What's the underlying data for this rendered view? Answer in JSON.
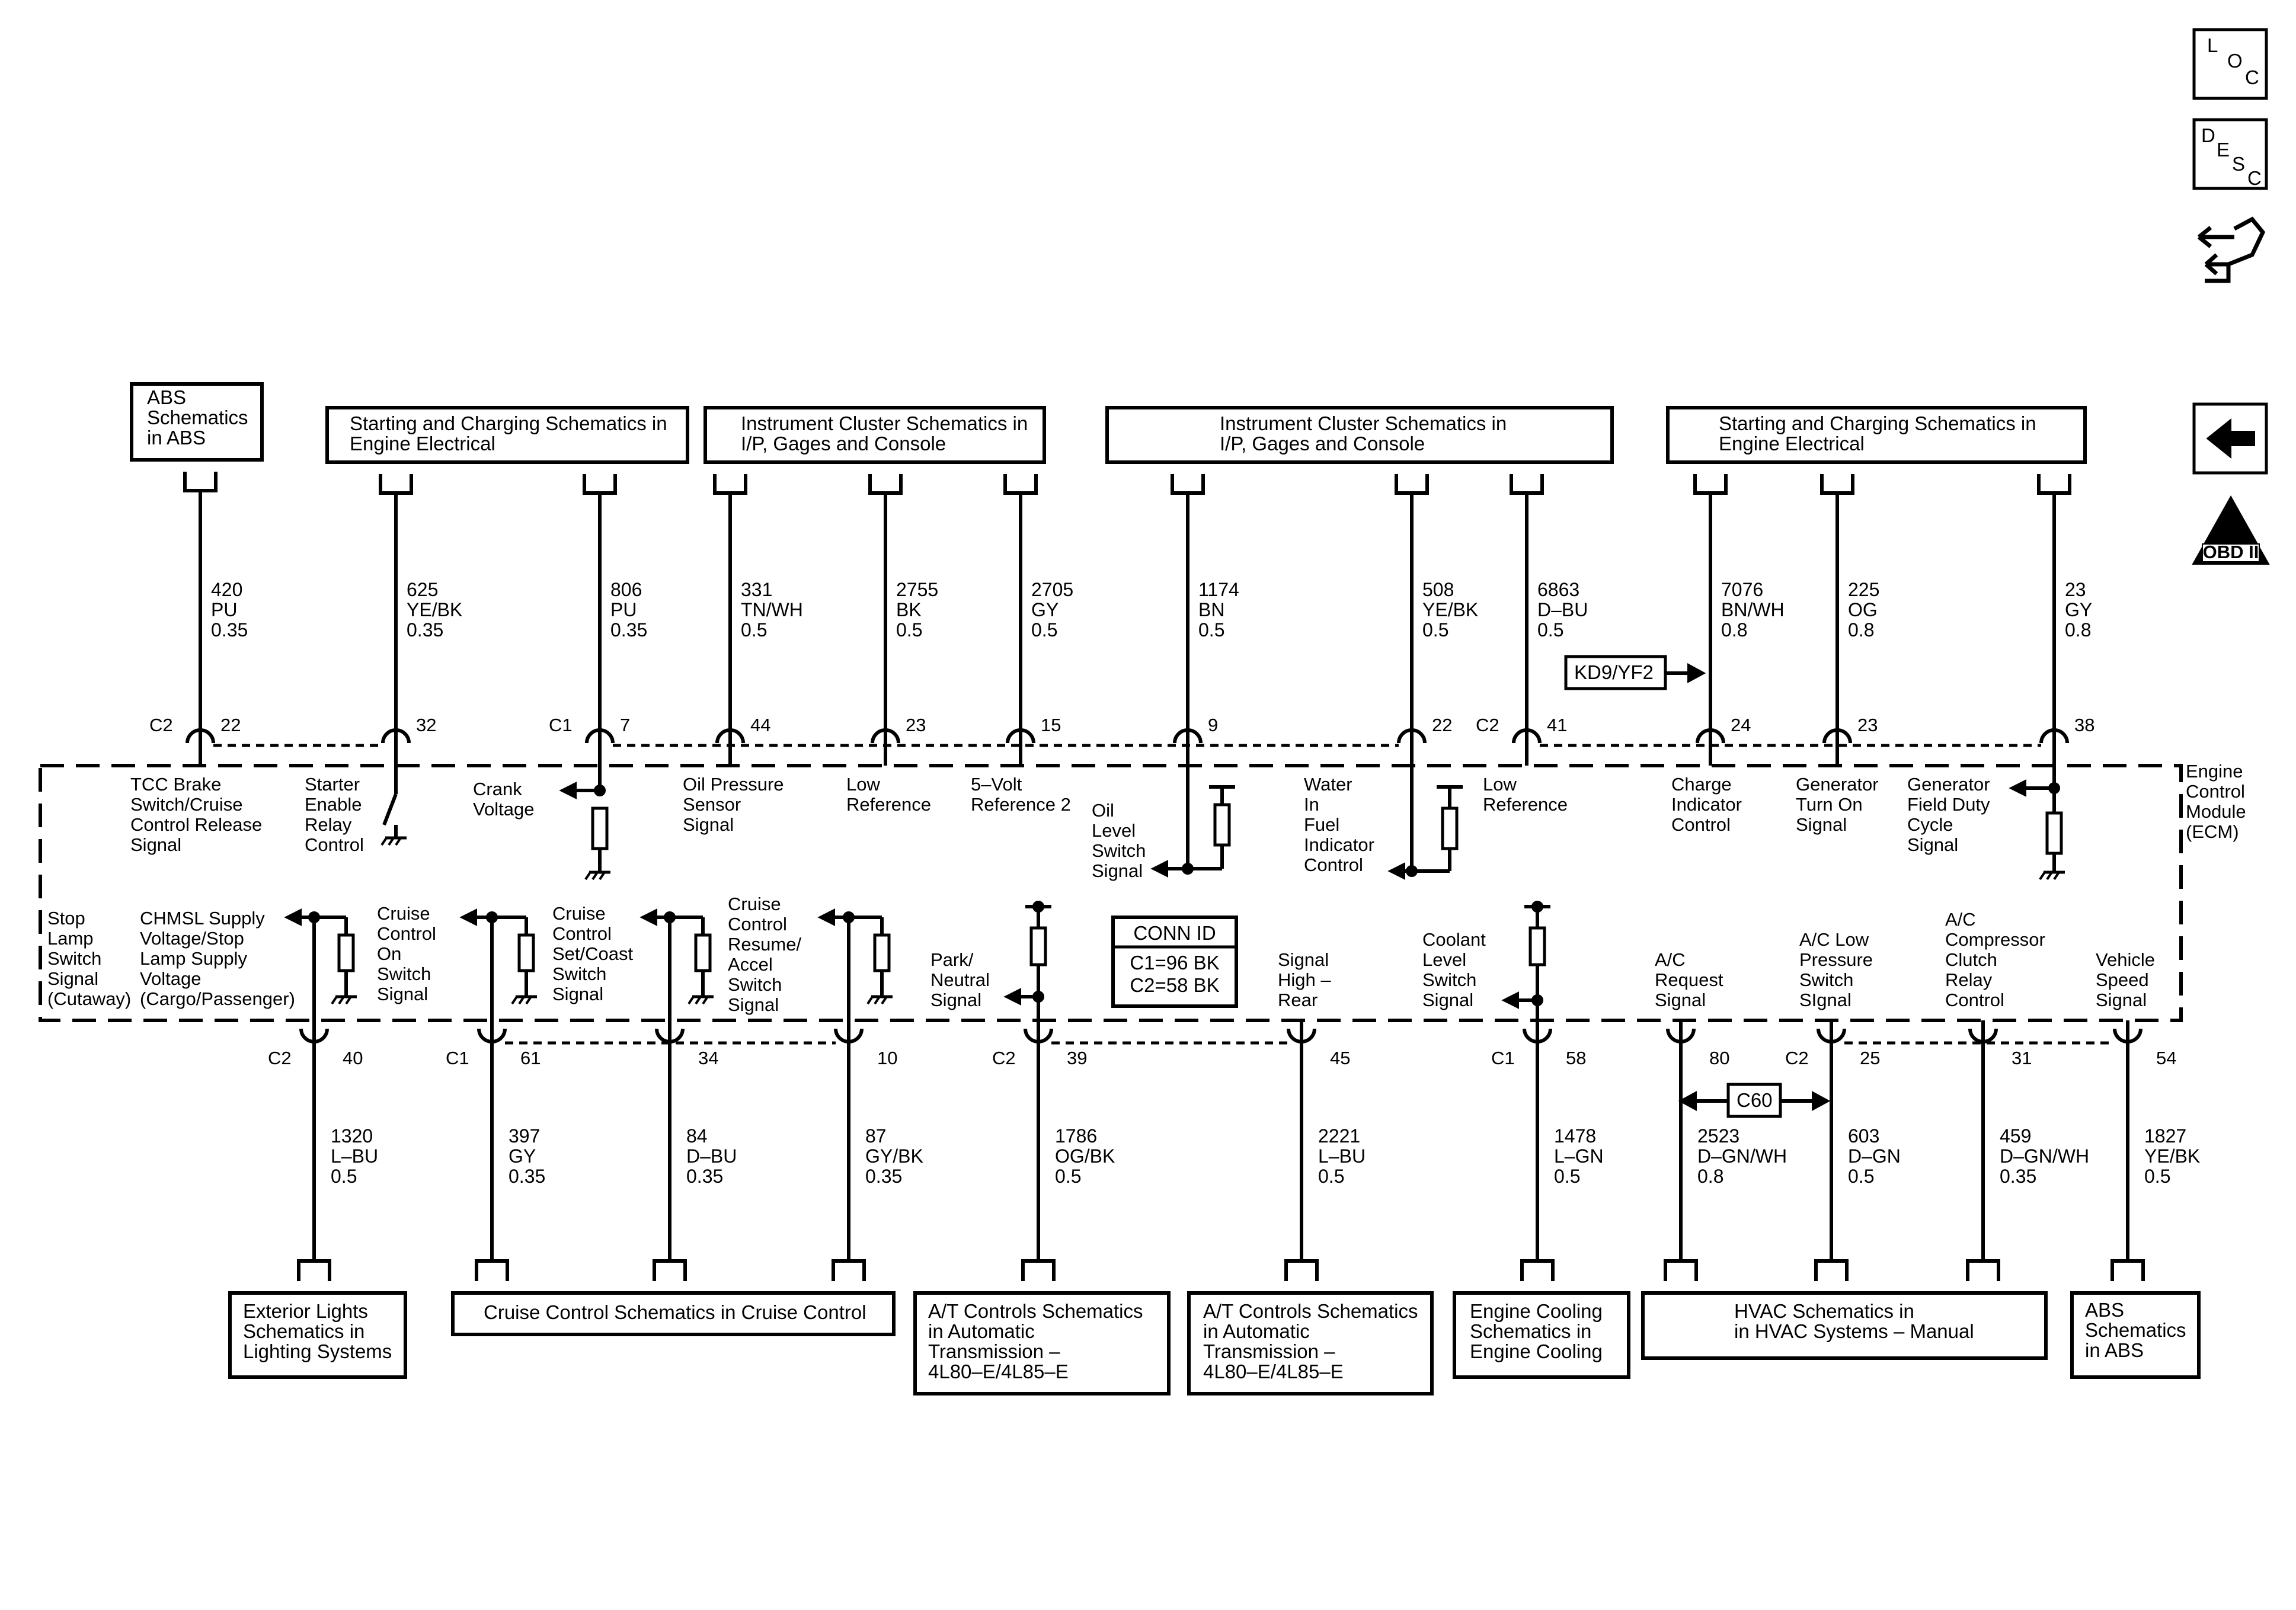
{
  "nav": {
    "loc": [
      "L",
      "O",
      "C"
    ],
    "desc": [
      "D",
      "E",
      "S",
      "C"
    ],
    "obd": "OBD II",
    "obd_numeral": "II"
  },
  "ecm_label": [
    "Engine",
    "Control",
    "Module",
    "(ECM)"
  ],
  "conn_id": {
    "title": "CONN ID",
    "lines": [
      "C1=96 BK",
      "C2=58 BK"
    ]
  },
  "top_boxes": [
    {
      "id": "abs-top",
      "lines": [
        "ABS",
        "Schematics",
        "in ABS"
      ]
    },
    {
      "id": "starting-charging-1",
      "lines": [
        "Starting and Charging Schematics in",
        "Engine Electrical"
      ]
    },
    {
      "id": "instrument-cluster-1",
      "lines": [
        "Instrument Cluster Schematics in",
        "I/P, Gages and Console"
      ]
    },
    {
      "id": "instrument-cluster-2",
      "lines": [
        "Instrument Cluster Schematics in",
        "I/P, Gages and Console"
      ]
    },
    {
      "id": "starting-charging-2",
      "lines": [
        "Starting and Charging Schematics in",
        "Engine Electrical"
      ]
    }
  ],
  "bottom_boxes": [
    {
      "id": "exterior-lights",
      "lines": [
        "Exterior Lights",
        "Schematics in",
        "Lighting Systems"
      ]
    },
    {
      "id": "cruise-control",
      "lines": [
        "Cruise Control Schematics in Cruise Control"
      ]
    },
    {
      "id": "at-controls-1",
      "lines": [
        "A/T Controls Schematics",
        "in Automatic",
        "Transmission –",
        "4L80–E/4L85–E"
      ]
    },
    {
      "id": "at-controls-2",
      "lines": [
        "A/T Controls Schematics",
        "in Automatic",
        "Transmission –",
        "4L80–E/4L85–E"
      ]
    },
    {
      "id": "engine-cooling",
      "lines": [
        "Engine Cooling",
        "Schematics in",
        "Engine Cooling"
      ]
    },
    {
      "id": "hvac",
      "lines": [
        "HVAC Schematics in",
        "in HVAC Systems – Manual"
      ]
    },
    {
      "id": "abs-bottom",
      "lines": [
        "ABS",
        "Schematics",
        "in ABS"
      ]
    }
  ],
  "top_wires": [
    {
      "circuit": "420",
      "color": "PU",
      "gauge": "0.35",
      "conn": "C2",
      "pin": "22"
    },
    {
      "circuit": "625",
      "color": "YE/BK",
      "gauge": "0.35",
      "conn": "",
      "pin": "32"
    },
    {
      "circuit": "806",
      "color": "PU",
      "gauge": "0.35",
      "conn": "C1",
      "pin": "7"
    },
    {
      "circuit": "331",
      "color": "TN/WH",
      "gauge": "0.5",
      "conn": "",
      "pin": "44"
    },
    {
      "circuit": "2755",
      "color": "BK",
      "gauge": "0.5",
      "conn": "",
      "pin": "23"
    },
    {
      "circuit": "2705",
      "color": "GY",
      "gauge": "0.5",
      "conn": "",
      "pin": "15"
    },
    {
      "circuit": "1174",
      "color": "BN",
      "gauge": "0.5",
      "conn": "",
      "pin": "9"
    },
    {
      "circuit": "508",
      "color": "YE/BK",
      "gauge": "0.5",
      "conn": "",
      "pin": "22"
    },
    {
      "circuit": "6863",
      "color": "D–BU",
      "gauge": "0.5",
      "conn": "C2",
      "pin": "41"
    },
    {
      "circuit": "7076",
      "color": "BN/WH",
      "gauge": "0.8",
      "conn": "",
      "pin": "24"
    },
    {
      "circuit": "225",
      "color": "OG",
      "gauge": "0.8",
      "conn": "",
      "pin": "23"
    },
    {
      "circuit": "23",
      "color": "GY",
      "gauge": "0.8",
      "conn": "",
      "pin": "38"
    }
  ],
  "bottom_wires": [
    {
      "circuit": "1320",
      "color": "L–BU",
      "gauge": "0.5",
      "conn": "C2",
      "pin": "40"
    },
    {
      "circuit": "397",
      "color": "GY",
      "gauge": "0.35",
      "conn": "C1",
      "pin": "61"
    },
    {
      "circuit": "84",
      "color": "D–BU",
      "gauge": "0.35",
      "conn": "",
      "pin": "34"
    },
    {
      "circuit": "87",
      "color": "GY/BK",
      "gauge": "0.35",
      "conn": "",
      "pin": "10"
    },
    {
      "circuit": "1786",
      "color": "OG/BK",
      "gauge": "0.5",
      "conn": "C2",
      "pin": "39"
    },
    {
      "circuit": "2221",
      "color": "L–BU",
      "gauge": "0.5",
      "conn": "",
      "pin": "45"
    },
    {
      "circuit": "1478",
      "color": "L–GN",
      "gauge": "0.5",
      "conn": "C1",
      "pin": "58"
    },
    {
      "circuit": "2523",
      "color": "D–GN/WH",
      "gauge": "0.8",
      "conn": "",
      "pin": "80"
    },
    {
      "circuit": "603",
      "color": "D–GN",
      "gauge": "0.5",
      "conn": "C2",
      "pin": "25"
    },
    {
      "circuit": "459",
      "color": "D–GN/WH",
      "gauge": "0.35",
      "conn": "",
      "pin": "31"
    },
    {
      "circuit": "1827",
      "color": "YE/BK",
      "gauge": "0.5",
      "conn": "",
      "pin": "54"
    }
  ],
  "top_signals": [
    {
      "id": "tcc-brake",
      "lines": [
        "TCC Brake",
        "Switch/Cruise",
        "Control Release",
        "Signal"
      ]
    },
    {
      "id": "starter-enable",
      "lines": [
        "Starter",
        "Enable",
        "Relay",
        "Control"
      ]
    },
    {
      "id": "crank-voltage",
      "lines": [
        "Crank",
        "Voltage"
      ]
    },
    {
      "id": "oil-pressure",
      "lines": [
        "Oil Pressure",
        "Sensor",
        "Signal"
      ]
    },
    {
      "id": "low-reference-1",
      "lines": [
        "Low",
        "Reference"
      ]
    },
    {
      "id": "five-volt-ref",
      "lines": [
        "5–Volt",
        "Reference 2"
      ]
    },
    {
      "id": "oil-level",
      "lines": [
        "Oil",
        "Level",
        "Switch",
        "Signal"
      ]
    },
    {
      "id": "water-in-fuel",
      "lines": [
        "Water",
        "In",
        "Fuel",
        "Indicator",
        "Control"
      ]
    },
    {
      "id": "low-reference-2",
      "lines": [
        "Low",
        "Reference"
      ]
    },
    {
      "id": "charge-indicator",
      "lines": [
        "Charge",
        "Indicator",
        "Control"
      ]
    },
    {
      "id": "generator-turn-on",
      "lines": [
        "Generator",
        "Turn On",
        "Signal"
      ]
    },
    {
      "id": "generator-field",
      "lines": [
        "Generator",
        "Field Duty",
        "Cycle",
        "Signal"
      ]
    }
  ],
  "bottom_signals": [
    {
      "id": "stop-lamp",
      "lines": [
        "Stop",
        "Lamp",
        "Switch",
        "Signal",
        "(Cutaway)"
      ]
    },
    {
      "id": "chmsl",
      "lines": [
        "CHMSL Supply",
        "Voltage/Stop",
        "Lamp Supply",
        "Voltage",
        "(Cargo/Passenger)"
      ]
    },
    {
      "id": "cruise-on",
      "lines": [
        "Cruise",
        "Control",
        "On",
        "Switch",
        "Signal"
      ]
    },
    {
      "id": "cruise-set",
      "lines": [
        "Cruise",
        "Control",
        "Set/Coast",
        "Switch",
        "Signal"
      ]
    },
    {
      "id": "cruise-resume",
      "lines": [
        "Cruise",
        "Control",
        "Resume/",
        "Accel",
        "Switch",
        "Signal"
      ]
    },
    {
      "id": "park-neutral",
      "lines": [
        "Park/",
        "Neutral",
        "Signal"
      ]
    },
    {
      "id": "signal-high-rear",
      "lines": [
        "Signal",
        "High –",
        "Rear"
      ]
    },
    {
      "id": "coolant-level",
      "lines": [
        "Coolant",
        "Level",
        "Switch",
        "Signal"
      ]
    },
    {
      "id": "ac-request",
      "lines": [
        "A/C",
        "Request",
        "Signal"
      ]
    },
    {
      "id": "ac-low-pressure",
      "lines": [
        "A/C Low",
        "Pressure",
        "Switch",
        "SIgnal"
      ]
    },
    {
      "id": "ac-compressor",
      "lines": [
        "A/C",
        "Compressor",
        "Clutch",
        "Relay",
        "Control"
      ]
    },
    {
      "id": "vehicle-speed",
      "lines": [
        "Vehicle",
        "Speed",
        "Signal"
      ]
    }
  ],
  "tags": {
    "option": "KD9/YF2",
    "splice": "C60"
  }
}
